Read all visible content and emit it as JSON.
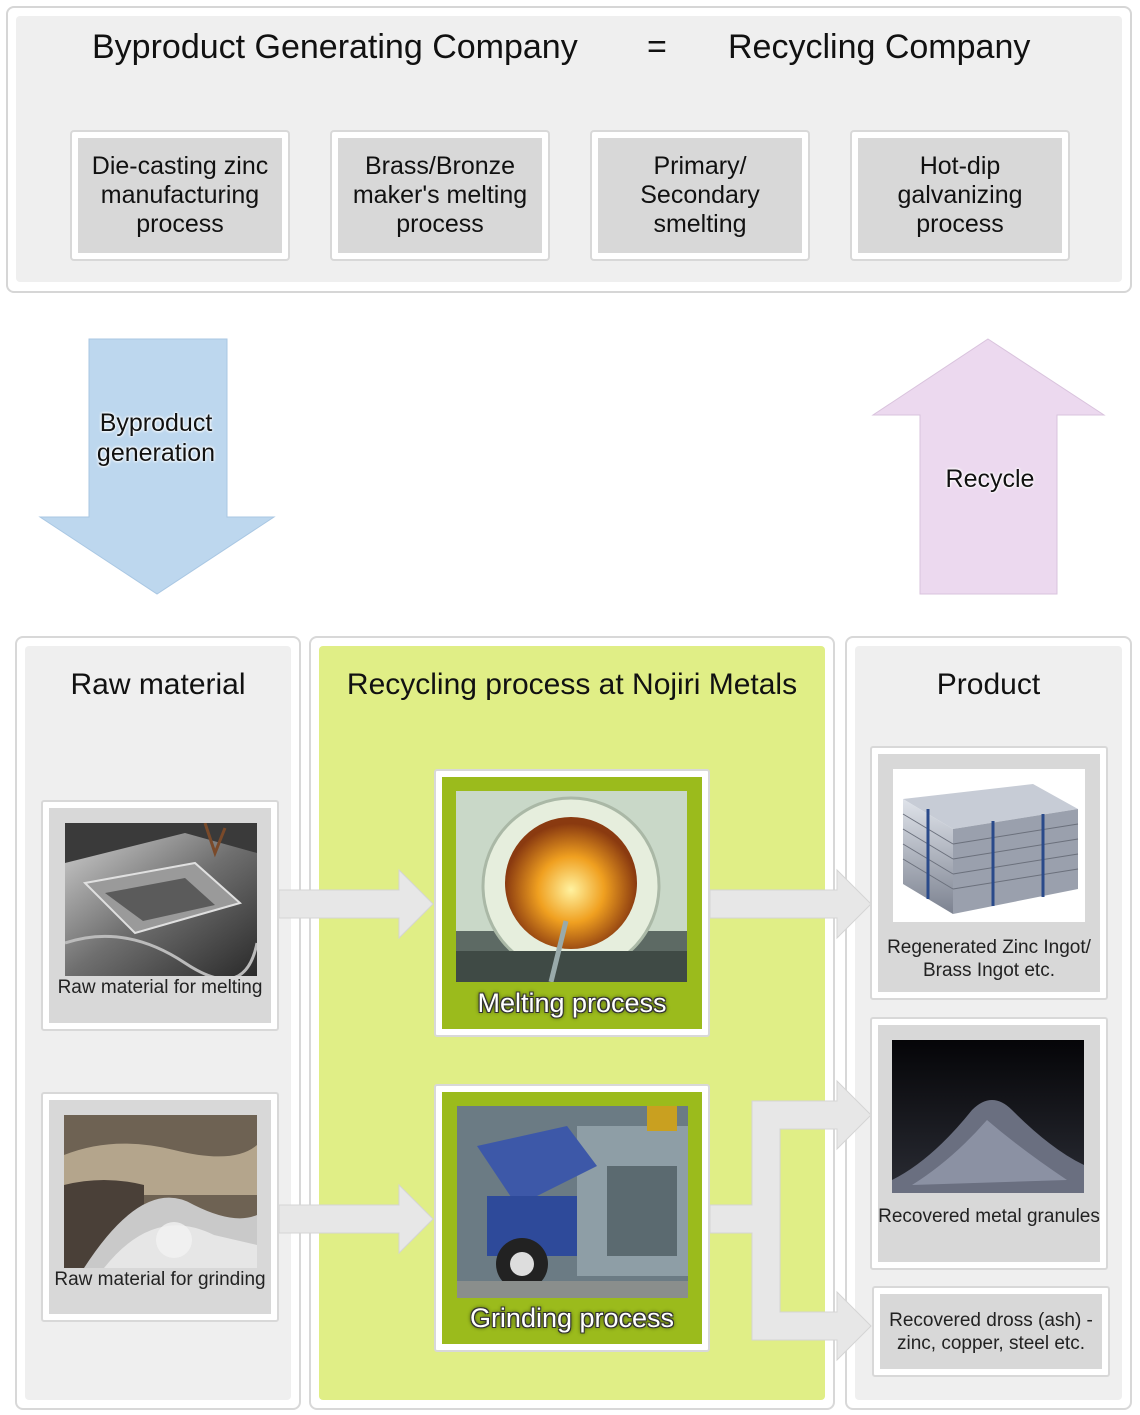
{
  "header": {
    "left_title": "Byproduct Generating Company",
    "equals": "=",
    "right_title": "Recycling Company"
  },
  "processes": [
    {
      "label": "Die-casting zinc manufacturing process"
    },
    {
      "label": "Brass/Bronze maker's melting process"
    },
    {
      "label": "Primary/ Secondary smelting"
    },
    {
      "label": "Hot-dip galvanizing process"
    }
  ],
  "arrows": {
    "down_label": "Byproduct generation",
    "up_label": "Recycle",
    "down_color": "#bdd7ee",
    "up_color": "#ecd9ef"
  },
  "columns": {
    "raw": {
      "title": "Raw material",
      "items": [
        {
          "label": "Raw material for melting",
          "image": "zinc-scrap-photo"
        },
        {
          "label": "Raw material for grinding",
          "image": "dross-pile-photo"
        }
      ]
    },
    "process": {
      "title": "Recycling process at Nojiri Metals",
      "items": [
        {
          "label": "Melting process",
          "image": "furnace-photo"
        },
        {
          "label": "Grinding process",
          "image": "grinding-machine-photo"
        }
      ]
    },
    "product": {
      "title": "Product",
      "items": [
        {
          "label": "Regenerated Zinc Ingot/ Brass Ingot etc.",
          "image": "ingot-stack-photo"
        },
        {
          "label": "Recovered metal granules",
          "image": "metal-granules-photo"
        },
        {
          "label": "Recovered dross (ash) -zinc, copper, steel etc."
        }
      ]
    }
  }
}
